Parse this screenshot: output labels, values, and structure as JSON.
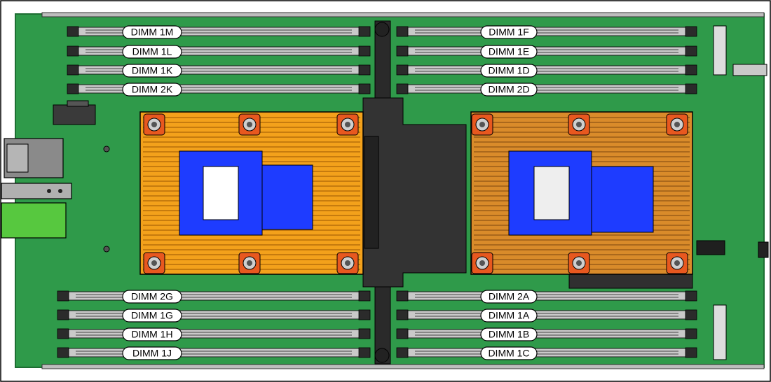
{
  "diagram": {
    "colors": {
      "board": "#2f9a4a",
      "board_edge": "#1e6e33",
      "heatsink_front": "#f3a11b",
      "heatsink_rear": "#d98b2a",
      "cpu_label": "#1e3cff",
      "screw_pad": "#e8581f",
      "divider": "#2a2a2a",
      "connector_green": "#57c83f"
    },
    "dimm_labels": {
      "top_left": [
        "DIMM 1M",
        "DIMM 1L",
        "DIMM 1K",
        "DIMM 2K"
      ],
      "top_right": [
        "DIMM 1F",
        "DIMM 1E",
        "DIMM 1D",
        "DIMM 2D"
      ],
      "bottom_left": [
        "DIMM 2G",
        "DIMM 1G",
        "DIMM 1H",
        "DIMM 1J"
      ],
      "bottom_right": [
        "DIMM 2A",
        "DIMM 1A",
        "DIMM 1B",
        "DIMM 1C"
      ]
    }
  }
}
